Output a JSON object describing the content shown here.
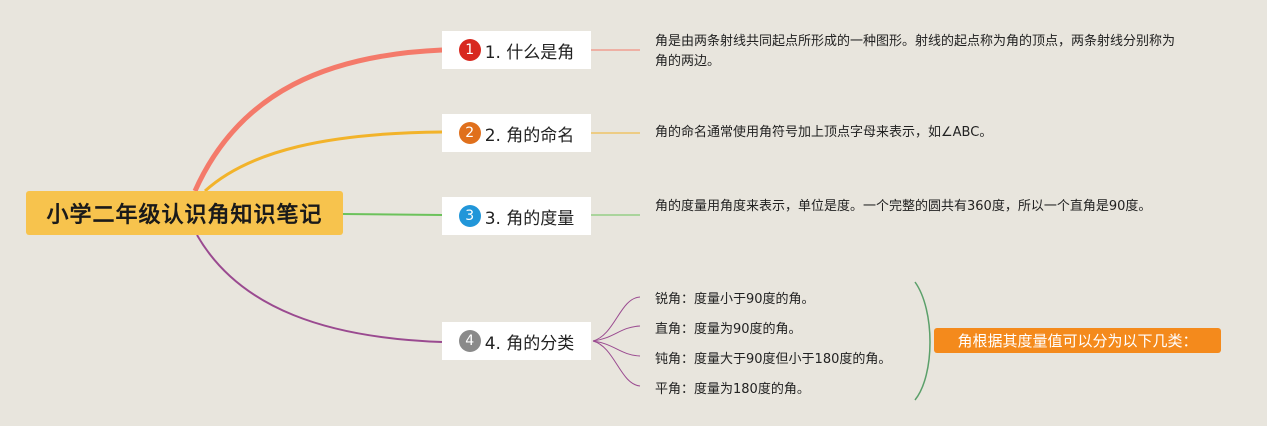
{
  "root": {
    "title": "小学二年级认识角知识笔记"
  },
  "topics": [
    {
      "number": "1",
      "label": "1. 什么是角",
      "color": "#d8281f",
      "description": "角是由两条射线共同起点所形成的一种图形。射线的起点称为角的顶点，两条射线分别称为角的两边。"
    },
    {
      "number": "2",
      "label": "2. 角的命名",
      "color": "#e0701c",
      "description": "角的命名通常使用角符号加上顶点字母来表示，如∠ABC。"
    },
    {
      "number": "3",
      "label": "3. 角的度量",
      "color": "#2196d9",
      "description": "角的度量用角度来表示，单位是度。一个完整的圆共有360度，所以一个直角是90度。"
    },
    {
      "number": "4",
      "label": "4. 角的分类",
      "color": "#8a8a8a",
      "subitems": [
        "锐角：度量小于90度的角。",
        "直角：度量为90度的角。",
        "钝角：度量大于90度但小于180度的角。",
        "平角：度量为180度的角。"
      ],
      "summary": "角根据其度量值可以分为以下几类："
    }
  ],
  "branch_colors": [
    "#f47a6a",
    "#f2b32a",
    "#6cc25b",
    "#9a4a90"
  ]
}
